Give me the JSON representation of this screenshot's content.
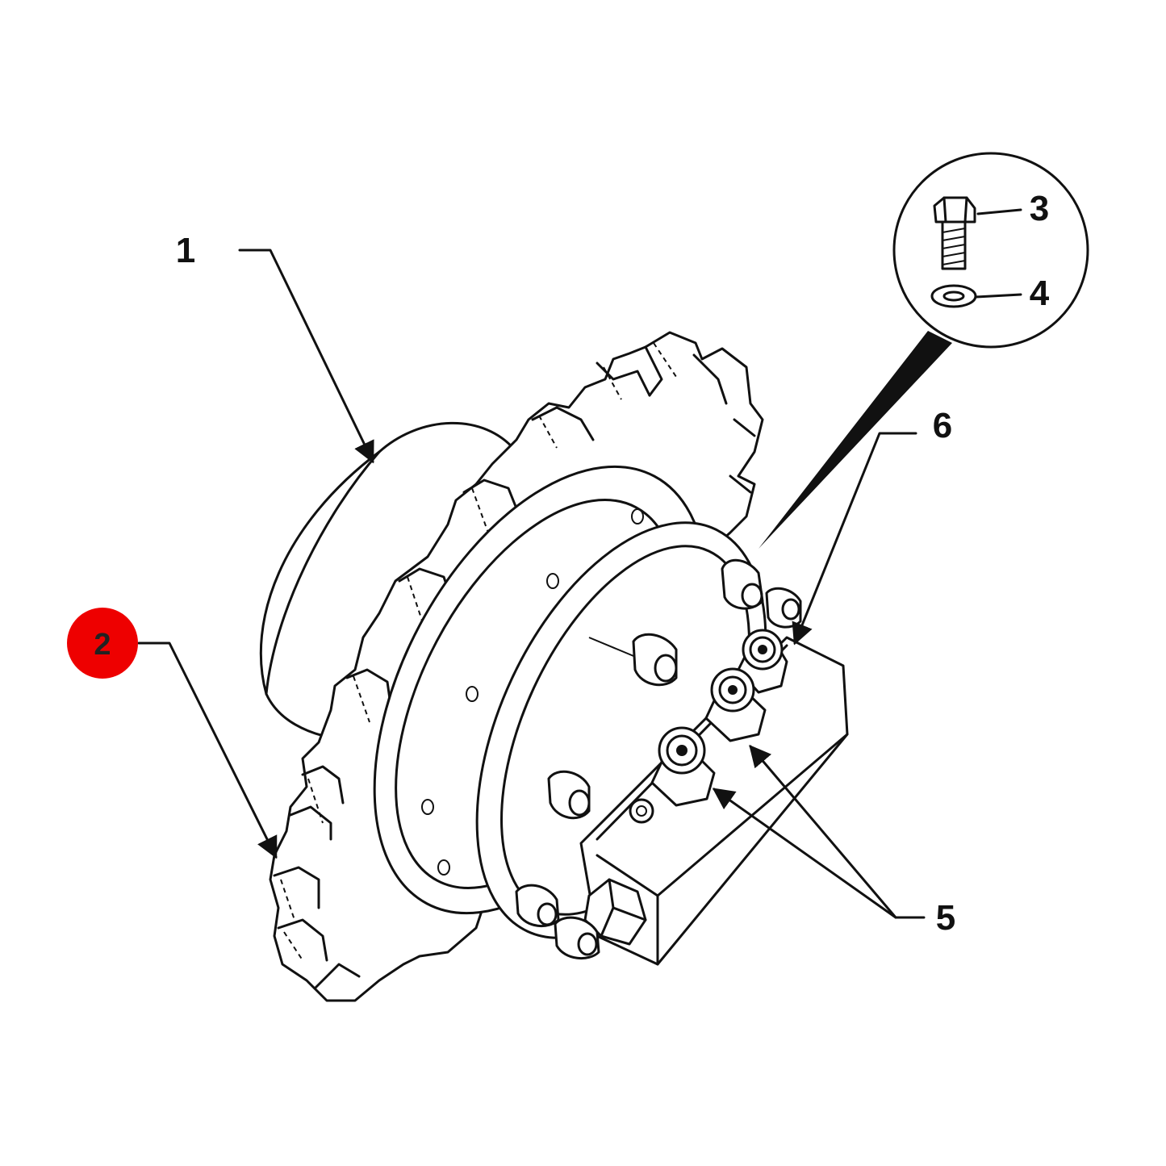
{
  "callouts": {
    "c1": "1",
    "c2": "2",
    "c3": "3",
    "c4": "4",
    "c5": "5",
    "c6": "6"
  },
  "colors": {
    "line": "#111111",
    "highlight": "#ee0000",
    "background": "#ffffff"
  },
  "highlighted_callout": "2"
}
